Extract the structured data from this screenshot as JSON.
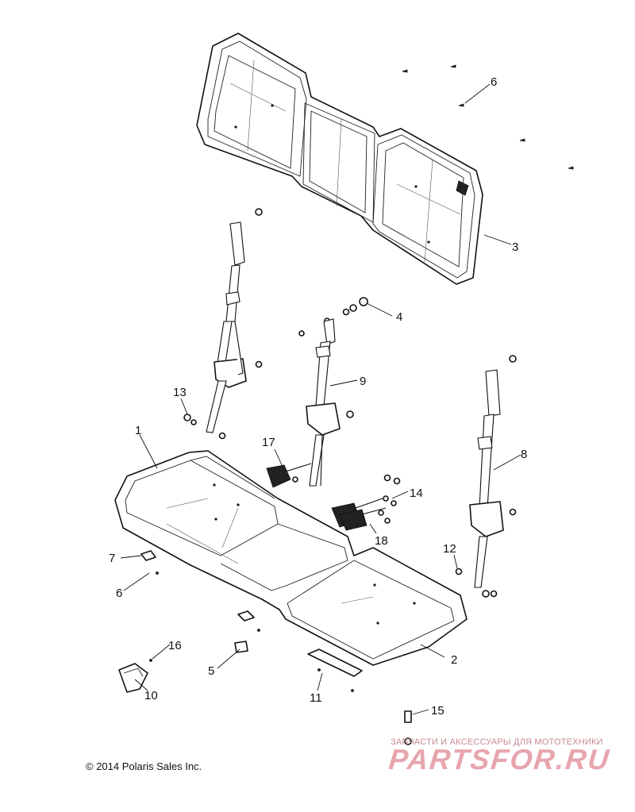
{
  "copyright": "© 2014 Polaris Sales Inc.",
  "watermark": {
    "tagline": "ЗАПЧАСТИ И АКСЕССУАРЫ ДЛЯ МОТОТЕХНИКИ",
    "brand": "PARTSFOR.RU"
  },
  "callouts": [
    {
      "id": "c1",
      "label": "1"
    },
    {
      "id": "c2",
      "label": "2"
    },
    {
      "id": "c3",
      "label": "3"
    },
    {
      "id": "c4",
      "label": "4"
    },
    {
      "id": "c5",
      "label": "5"
    },
    {
      "id": "c6a",
      "label": "6"
    },
    {
      "id": "c6b",
      "label": "6"
    },
    {
      "id": "c7",
      "label": "7"
    },
    {
      "id": "c8",
      "label": "8"
    },
    {
      "id": "c9",
      "label": "9"
    },
    {
      "id": "c10",
      "label": "10"
    },
    {
      "id": "c11",
      "label": "11"
    },
    {
      "id": "c12",
      "label": "12"
    },
    {
      "id": "c13",
      "label": "13"
    },
    {
      "id": "c14",
      "label": "14"
    },
    {
      "id": "c15",
      "label": "15"
    },
    {
      "id": "c16",
      "label": "16"
    },
    {
      "id": "c17",
      "label": "17"
    },
    {
      "id": "c18",
      "label": "18"
    }
  ]
}
